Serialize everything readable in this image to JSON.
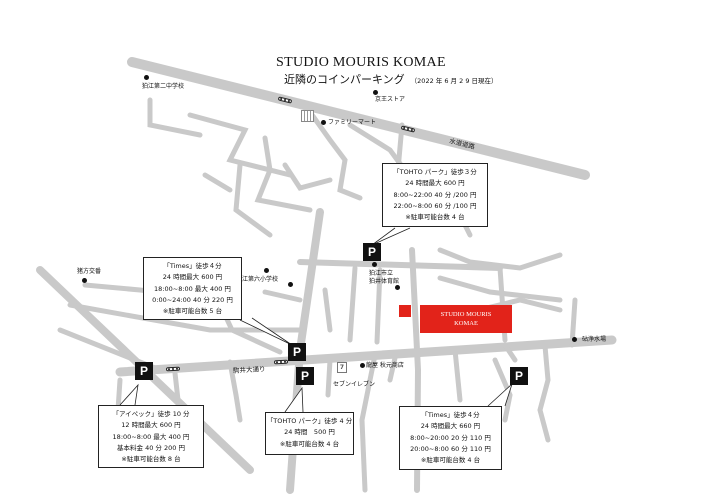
{
  "header": {
    "title": "STUDIO MOURIS KOMAE",
    "subtitle": "近隣のコインパーキング",
    "date": "（2022 年 6 月 2 9 日現在）"
  },
  "landmarks": {
    "school2": "狛江第二中学校",
    "keio_store": "京王ストア",
    "family_mart": "ファミリーマート",
    "water_road": "水道道路",
    "gym_line1": "狛江市立",
    "gym_line2": "狛井体育館",
    "school6": "狛江第六小学校",
    "koban": "猪方交番",
    "seven": "セブンイレブン",
    "liquor": "龍屋 秋元商店",
    "filter": "砧浄水場",
    "komaidori": "駒井大通り"
  },
  "studio": {
    "line1": "STUDIO MOURIS",
    "line2": "KOMAE"
  },
  "parking_symbol": "P",
  "seven_symbol": "7",
  "parkings": [
    {
      "name": "「TOHTO パーク」徒歩３分",
      "lines": [
        "24 時間最大 600 円",
        "8:00~22:00 40 分 /200 円",
        "22:00~8:00 60 分 /100 円",
        "※駐車可能台数 4 台"
      ]
    },
    {
      "name": "「Times」徒歩４分",
      "lines": [
        "24 時間最大 600 円",
        "18:00~8:00 最大 400 円",
        "0:00~24:00 40 分 220 円",
        "※駐車可能台数 5 台"
      ]
    },
    {
      "name": "「アイペック」徒歩 10 分",
      "lines": [
        "12 時間最大 600 円",
        "18:00~8:00 最大 400 円",
        "基本料金 40 分 200 円",
        "※駐車可能台数 8 台"
      ]
    },
    {
      "name": "「TOHTO パーク」徒歩 4 分",
      "lines": [
        "24 時間　500 円",
        "※駐車可能台数 4 台"
      ]
    },
    {
      "name": "「Times」徒歩４分",
      "lines": [
        "24 時間最大 660 円",
        "8:00~20:00 20 分 110 円",
        "20:00~8:00 60 分 110 円",
        "※駐車可能台数 4 台"
      ]
    }
  ],
  "colors": {
    "road": "#c9c9c9",
    "accent": "#e2231a",
    "ink": "#111111"
  }
}
